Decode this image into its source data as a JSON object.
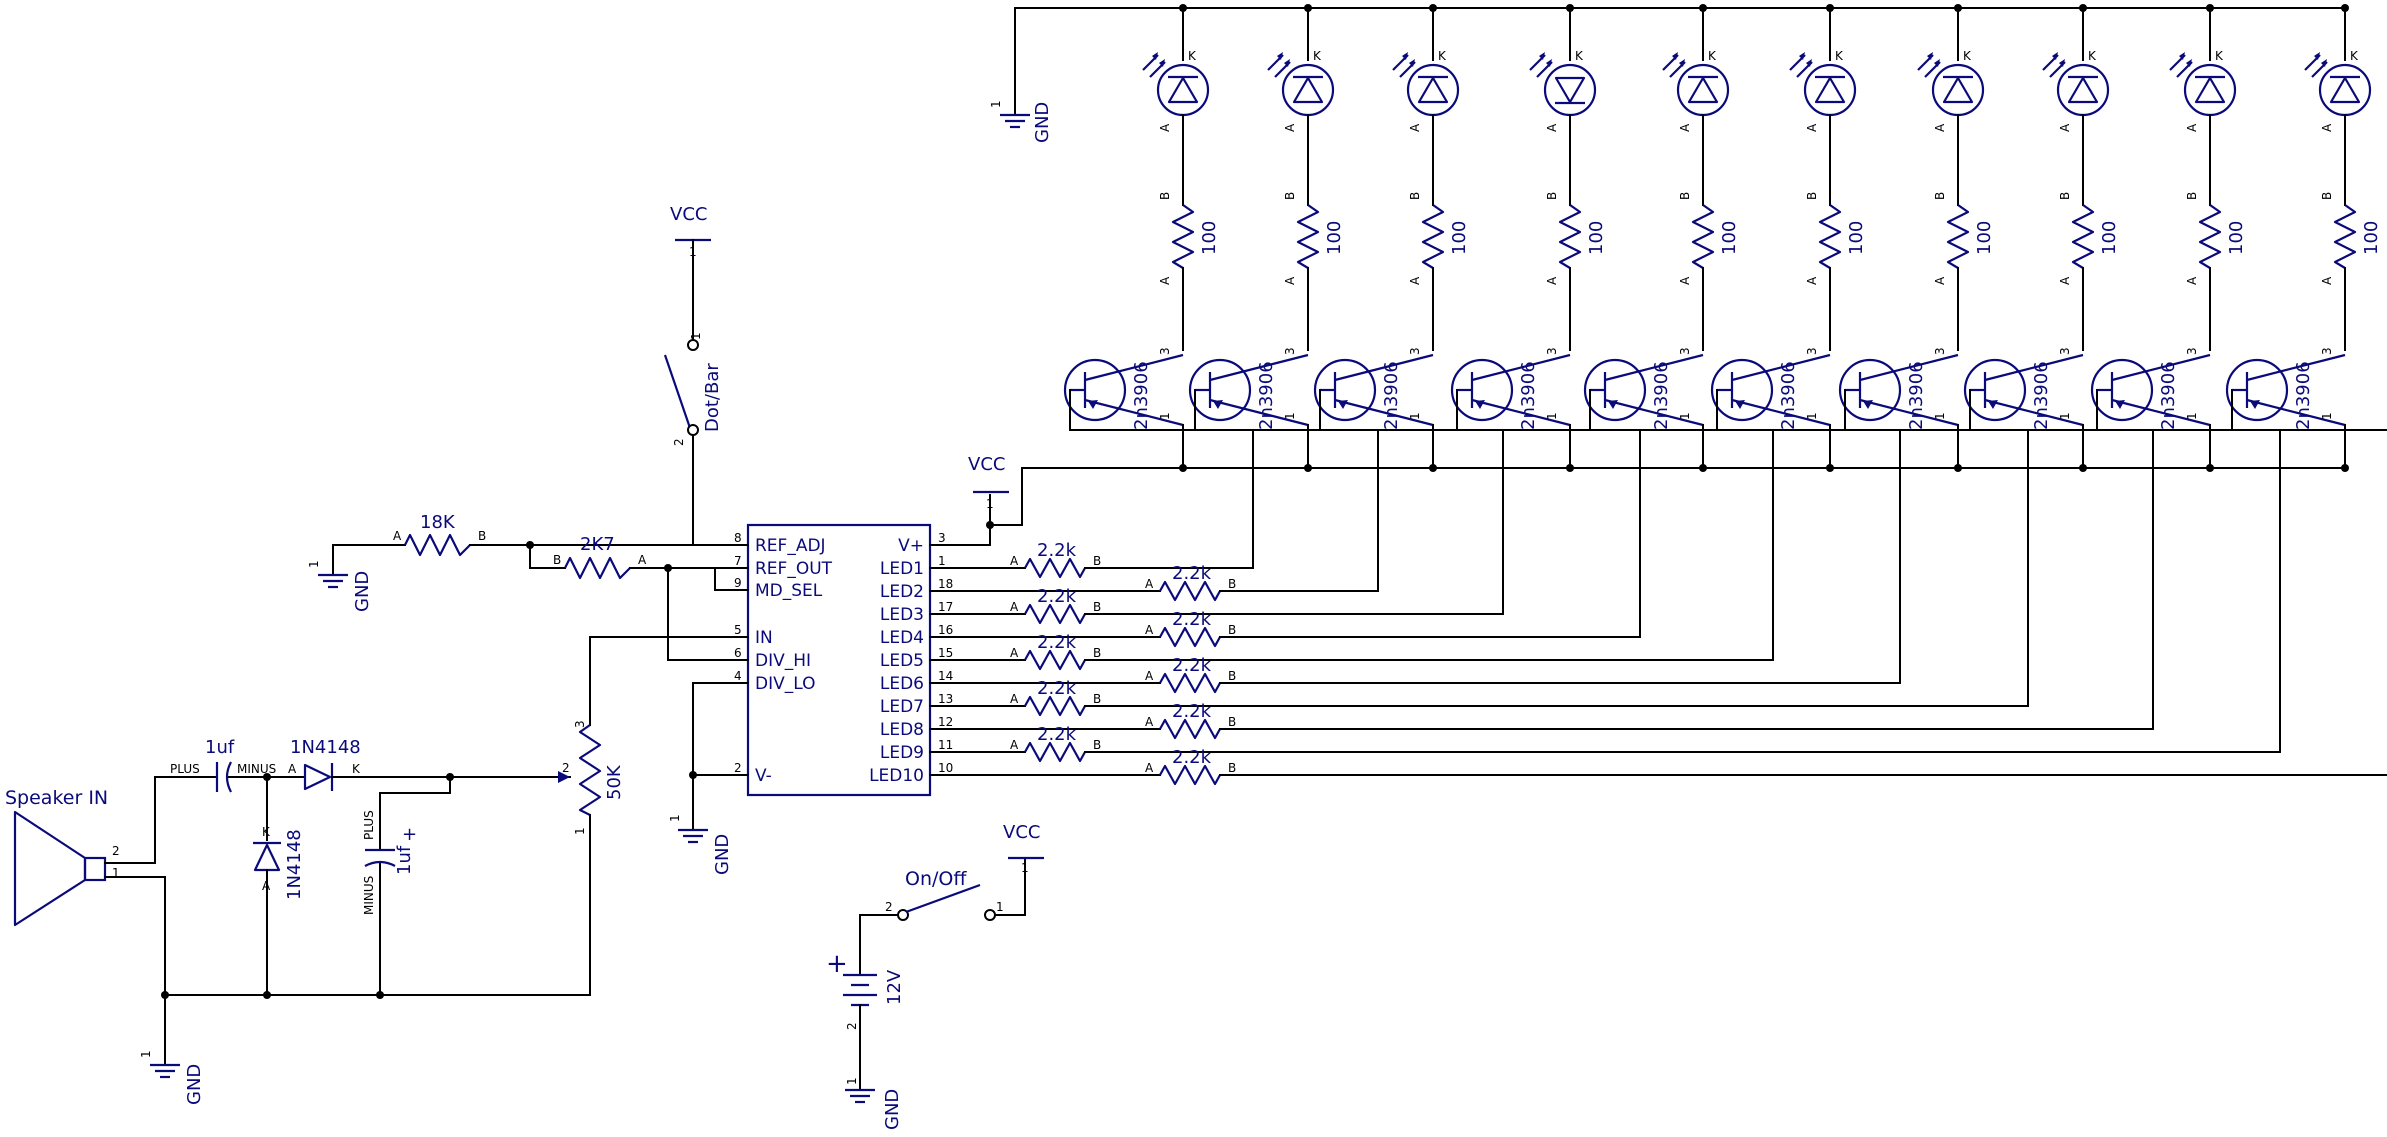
{
  "power": {
    "vcc": "VCC",
    "gnd": "GND"
  },
  "ic": {
    "left_pins": [
      {
        "num": "8",
        "name": "REF_ADJ"
      },
      {
        "num": "7",
        "name": "REF_OUT"
      },
      {
        "num": "9",
        "name": "MD_SEL"
      },
      {
        "num": "5",
        "name": "IN"
      },
      {
        "num": "6",
        "name": "DIV_HI"
      },
      {
        "num": "4",
        "name": "DIV_LO"
      },
      {
        "num": "2",
        "name": "V-"
      }
    ],
    "right_pins": [
      {
        "num": "3",
        "name": "V+"
      },
      {
        "num": "1",
        "name": "LED1"
      },
      {
        "num": "18",
        "name": "LED2"
      },
      {
        "num": "17",
        "name": "LED3"
      },
      {
        "num": "16",
        "name": "LED4"
      },
      {
        "num": "15",
        "name": "LED5"
      },
      {
        "num": "14",
        "name": "LED6"
      },
      {
        "num": "13",
        "name": "LED7"
      },
      {
        "num": "12",
        "name": "LED8"
      },
      {
        "num": "11",
        "name": "LED9"
      },
      {
        "num": "10",
        "name": "LED10"
      }
    ]
  },
  "components": {
    "speaker": "Speaker IN",
    "cap1": "1uf",
    "cap2": "1uf",
    "cap_plus": "PLUS",
    "cap_minus": "MINUS",
    "diode_series": "1N4148",
    "diode_shunt": "1N4148",
    "pot": "50K",
    "r_18k": "18K",
    "r_2k7": "2K7",
    "base_resistor": "2.2k",
    "led_resistor": "100",
    "transistor": "2n3906",
    "switch_mode": "Dot/Bar",
    "switch_power": "On/Off",
    "battery": "12V",
    "plus_sign": "+"
  },
  "pin_letters": {
    "a": "A",
    "b": "B",
    "k": "K",
    "one": "1",
    "two": "2",
    "three": "3"
  }
}
